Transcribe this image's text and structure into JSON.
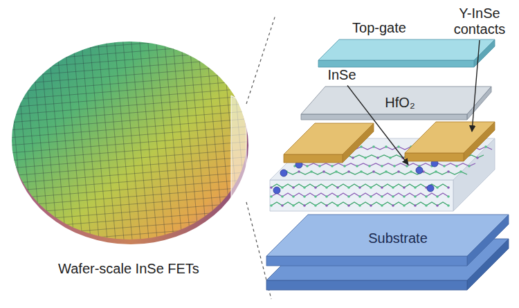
{
  "diagram": {
    "nodes": [
      {
        "text": [
          "Top-gate"
        ]
      },
      {
        "text": [
          "HfO₂"
        ]
      },
      {
        "text": [
          "Substrate"
        ]
      }
    ],
    "labels": [
      "Y-InSe contacts",
      "InSe",
      "Wafer-scale InSe FETs"
    ]
  }
}
